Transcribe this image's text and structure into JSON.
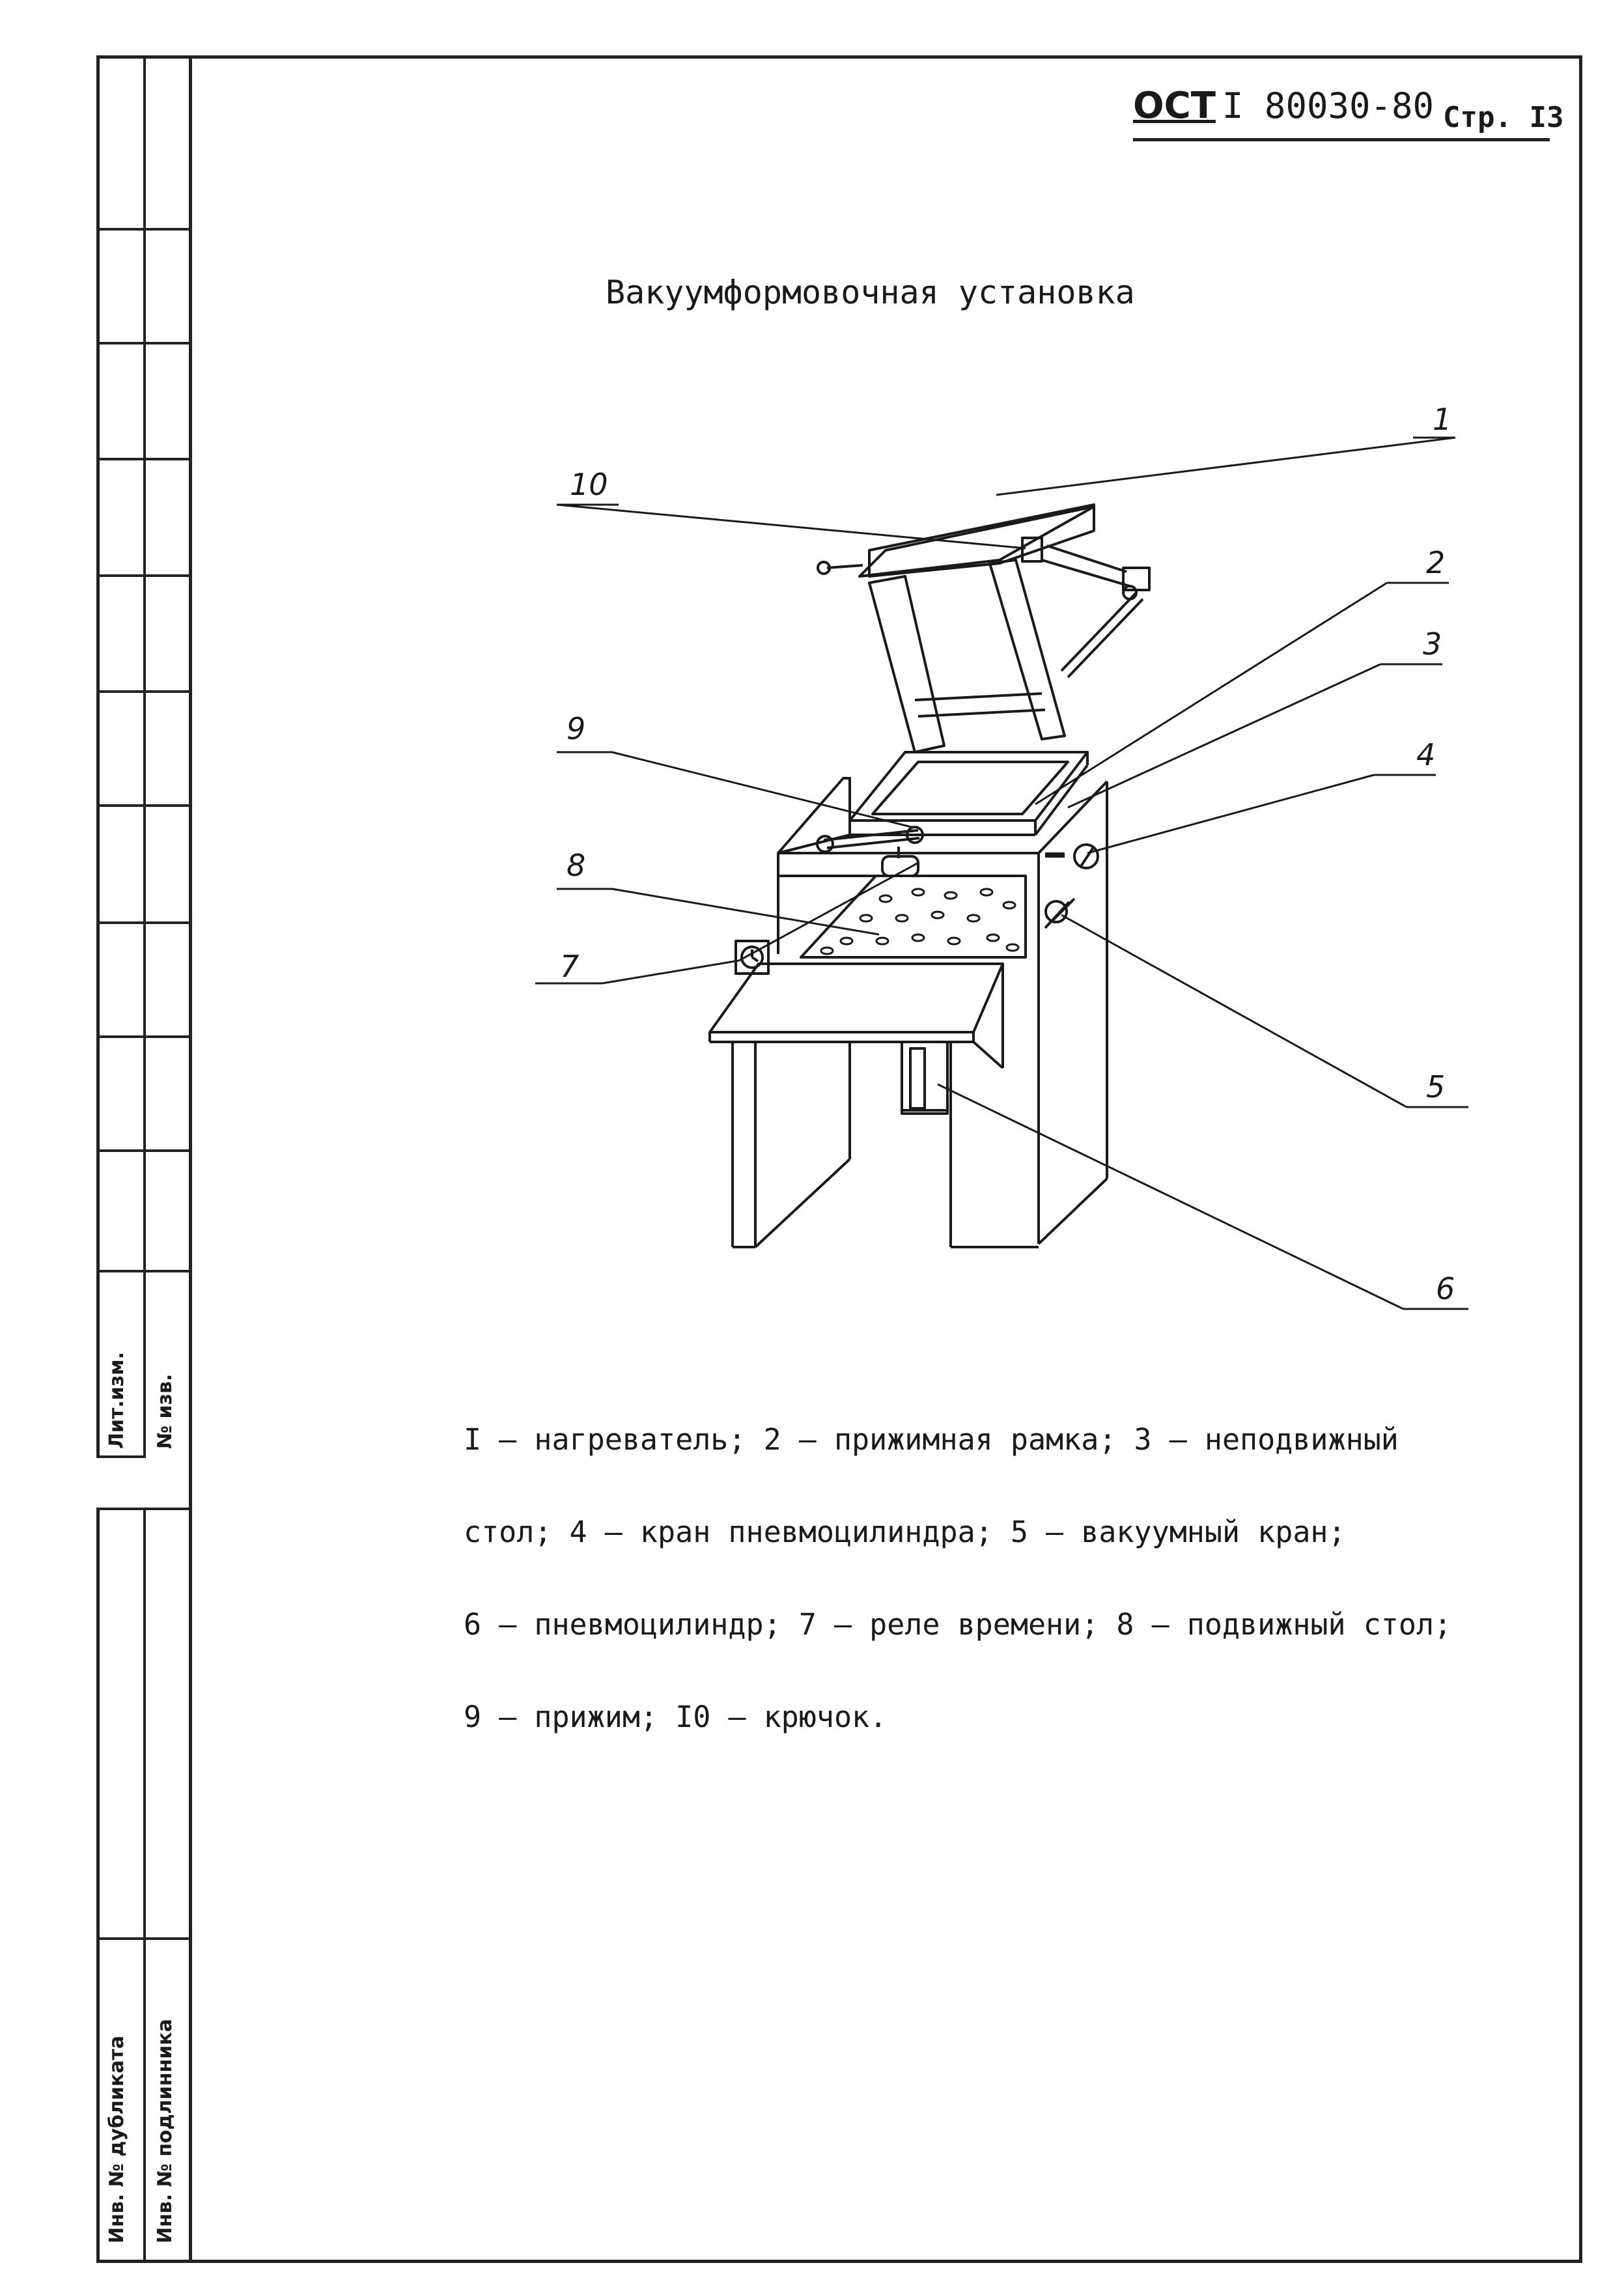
{
  "header": {
    "std_code": "ОСТ",
    "doc_number": "I 80030-80",
    "page_label": "Стр. I3"
  },
  "title": "Вакуумформовочная установка",
  "side_strip": {
    "lit_izm": "Лит.изм.",
    "no_izv": "№ изв.",
    "inv_dublikata": "Инв. № дубликата",
    "inv_podlinnika": "Инв. № подлинника"
  },
  "callouts": [
    "1",
    "2",
    "3",
    "4",
    "5",
    "6",
    "7",
    "8",
    "9",
    "10"
  ],
  "legend": [
    "I – нагреватель; 2 – прижимная рамка; 3 – неподвижный",
    "стол; 4 – кран пневмоцилиндра; 5 – вакуумный кран;",
    "6 – пневмоцилиндр; 7 – реле времени; 8 – подвижный стол;",
    "9 – прижим; I0 – крючок."
  ]
}
